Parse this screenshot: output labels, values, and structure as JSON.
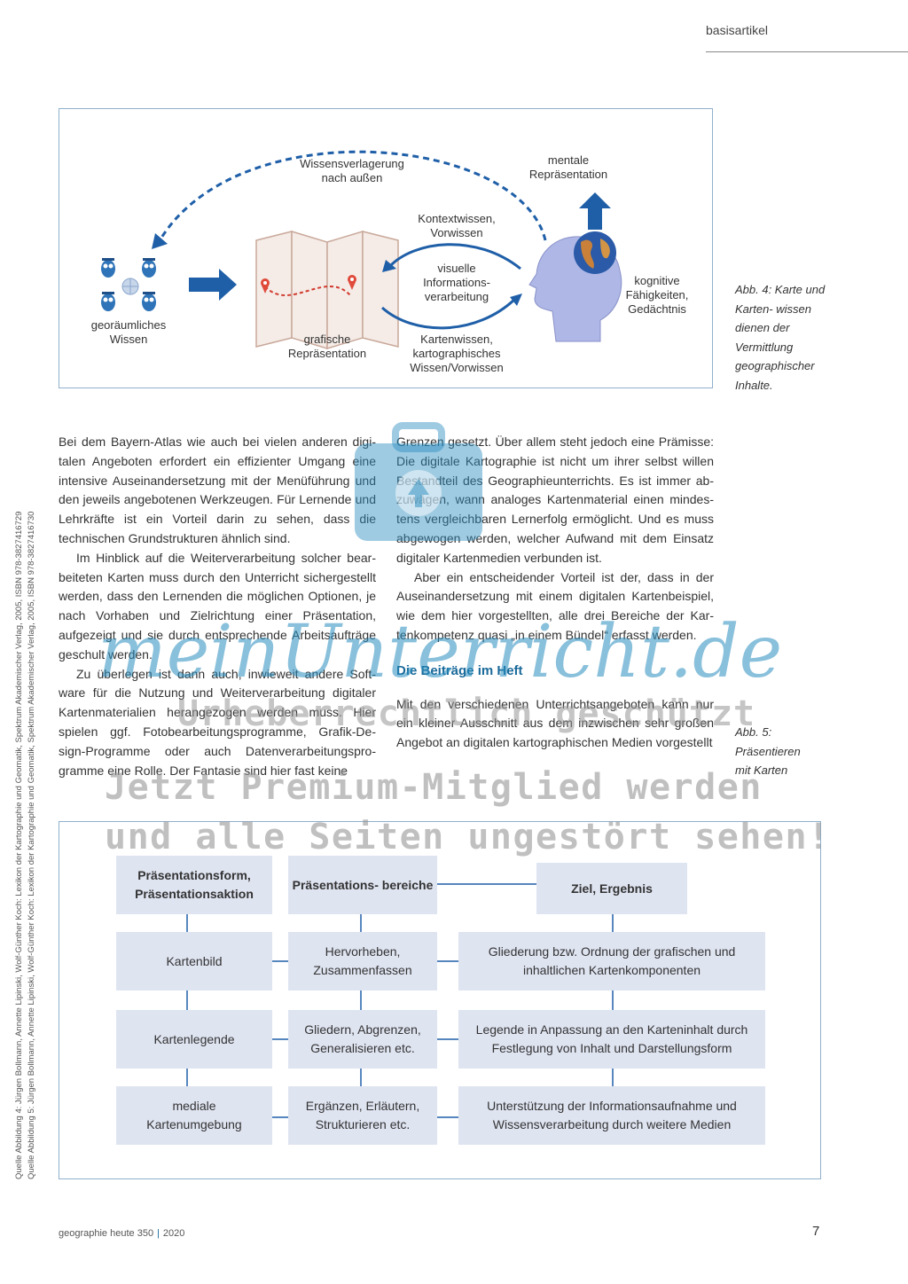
{
  "header": {
    "label": "basisartikel"
  },
  "figure4": {
    "labels": {
      "geo_knowledge": "georäumliches\nWissen",
      "graphic_rep": "grafische\nRepräsentation",
      "shift_outward": "Wissensverlagerung\nnach außen",
      "context_knowledge": "Kontextwissen,\nVorwissen",
      "visual_processing": "visuelle\nInformations-\nverarbeitung",
      "map_knowledge": "Kartenwissen,\nkartographisches\nWissen/Vorwissen",
      "mental_rep": "mentale\nRepräsentation",
      "cognitive": "kognitive\nFähigkeiten,\nGedächtnis"
    },
    "caption": "Abb. 4: Karte und Karten- wissen dienen der Vermittlung geographischer Inhalte."
  },
  "body": {
    "left_paragraphs": [
      "Bei dem Bayern-Atlas wie auch bei vielen anderen digi- talen Angeboten erfordert ein effizienter Umgang eine intensive Auseinandersetzung mit der Menüführung und den jeweils angebotenen Werkzeugen. Für Lernende und Lehrkräfte ist ein Vorteil darin zu sehen, dass die technischen Grundstrukturen ähnlich sind.",
      "Im Hinblick auf die Weiterverarbeitung solcher bear- beiteten Karten muss durch den Unterricht sichergestellt werden, dass den Lernenden die möglichen Optionen, je nach Vorhaben und Zielrichtung einer Präsentation, aufgezeigt und sie durch entsprechende Arbeitsaufträge geschult werden.",
      "Zu überlegen ist dann auch, inwieweit andere Soft- ware für die Nutzung und Weiterverarbeitung digitaler Kartenmaterialien herangezogen werden muss. Hier spielen ggf. Fotobearbeitungsprogramme, Grafik-De- sign-Programme oder auch Datenverarbeitungspro- gramme eine Rolle. Der Fantasie sind hier fast keine"
    ],
    "right_paragraphs": [
      "Grenzen gesetzt. Über allem steht jedoch eine Prämisse: Die digitale Kartographie ist nicht um ihrer selbst willen Bestandteil des Geographieunterrichts. Es ist immer ab- zuwägen, wann analoges Kartenmaterial einen mindes- tens vergleichbaren Lernerfolg ermöglicht. Und es muss abgewogen werden, welcher Aufwand mit dem Einsatz digitaler Kartenmedien verbunden ist.",
      "Aber ein entscheidender Vorteil ist der, dass in der Auseinandersetzung mit einem digitalen Kartenbeispiel, wie dem hier vorgestellten, alle drei Bereiche der Kar- tenkompetenz quasi „in einem Bündel“ erfasst werden."
    ],
    "section_heading": "Die Beiträge im Heft",
    "section_paragraph": "Mit den verschiedenen Unterrichtsangeboten kann nur ein kleiner Ausschnitt aus dem inzwischen sehr großen Angebot an digitalen kartographischen Medien vorgestellt"
  },
  "figure5": {
    "caption": "Abb. 5: Präsentieren mit Karten",
    "headers": [
      "Präsentationsform, Präsentationsaktion",
      "Präsentations- bereiche",
      "Ziel, Ergebnis"
    ],
    "rows": [
      [
        "Kartenbild",
        "Hervorheben, Zusammenfassen",
        "Gliederung bzw. Ordnung der grafischen und inhaltlichen Kartenkomponenten"
      ],
      [
        "Kartenlegende",
        "Gliedern, Abgrenzen, Generalisieren etc.",
        "Legende in Anpassung an den Karteninhalt durch Festlegung von Inhalt und Darstellungsform"
      ],
      [
        "mediale Kartenumgebung",
        "Ergänzen, Erläutern, Strukturieren etc.",
        "Unterstützung der Informationsaufnahme und Wissensverarbeitung durch weitere Medien"
      ]
    ]
  },
  "watermark": {
    "brand": "meinUnterricht.de",
    "line1": "Urheberrechtlich geschützt",
    "line2": "Jetzt Premium-Mitglied werden",
    "line3": "und alle Seiten ungestört sehen!"
  },
  "side_sources": [
    "Quelle Abbildung 4: Jürgen Bollmann, Annette Lipinski, Wolf-Günther Koch: Lexikon der Kartographie und Geomatik, Spektrum Akademischer Verlag, 2005, ISBN 978-3827416729",
    "Quelle Abbildung 5: Jürgen Bollmann, Annette Lipinski, Wolf-Günther Koch: Lexikon der Kartographie und Geomatik, Spektrum Akademischer Verlag, 2005, ISBN 978-3827416730"
  ],
  "footer": {
    "journal": "geographie heute",
    "issue": "350",
    "year": "2020",
    "page": "7"
  },
  "colors": {
    "accent_blue": "#1a6a9a",
    "box_fill": "#dfe4f1",
    "arrow_blue": "#1f5fa8"
  }
}
